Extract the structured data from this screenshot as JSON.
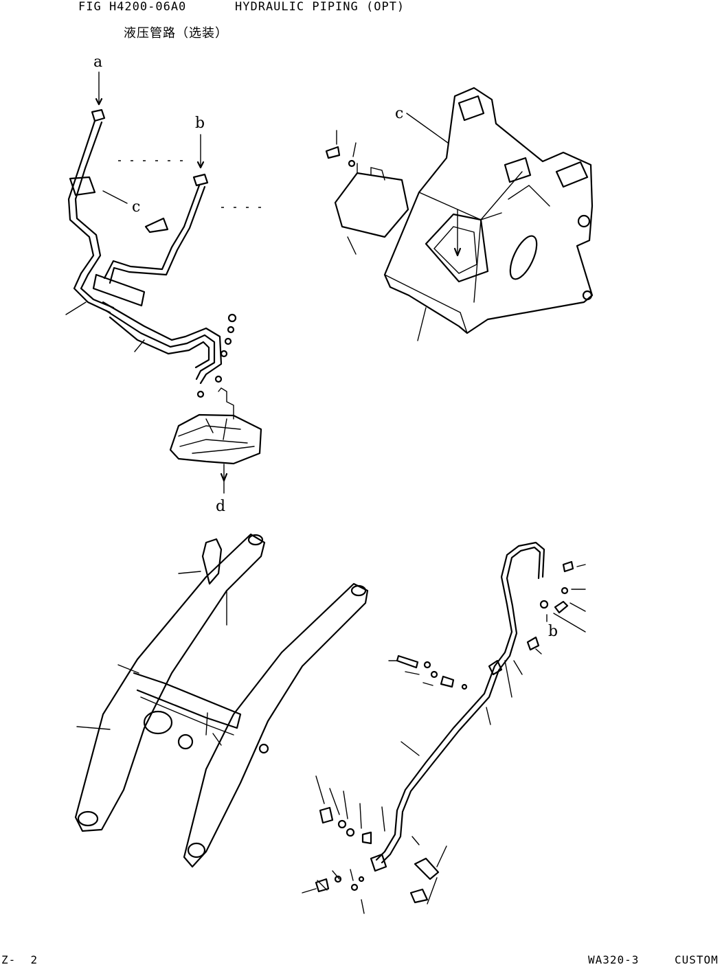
{
  "header": {
    "fig_code": "FIG H4200-06A0",
    "title_en": "HYDRAULIC PIPING (OPT)",
    "title_cn": "液压管路（选装）"
  },
  "callouts": {
    "a": "a",
    "b_top": "b",
    "c_left": "c",
    "c_right": "c",
    "d_bottom": "d",
    "b_right": "b"
  },
  "footer": {
    "page": "Z-  2",
    "model": "WA320-3",
    "variant": "CUSTOM"
  }
}
